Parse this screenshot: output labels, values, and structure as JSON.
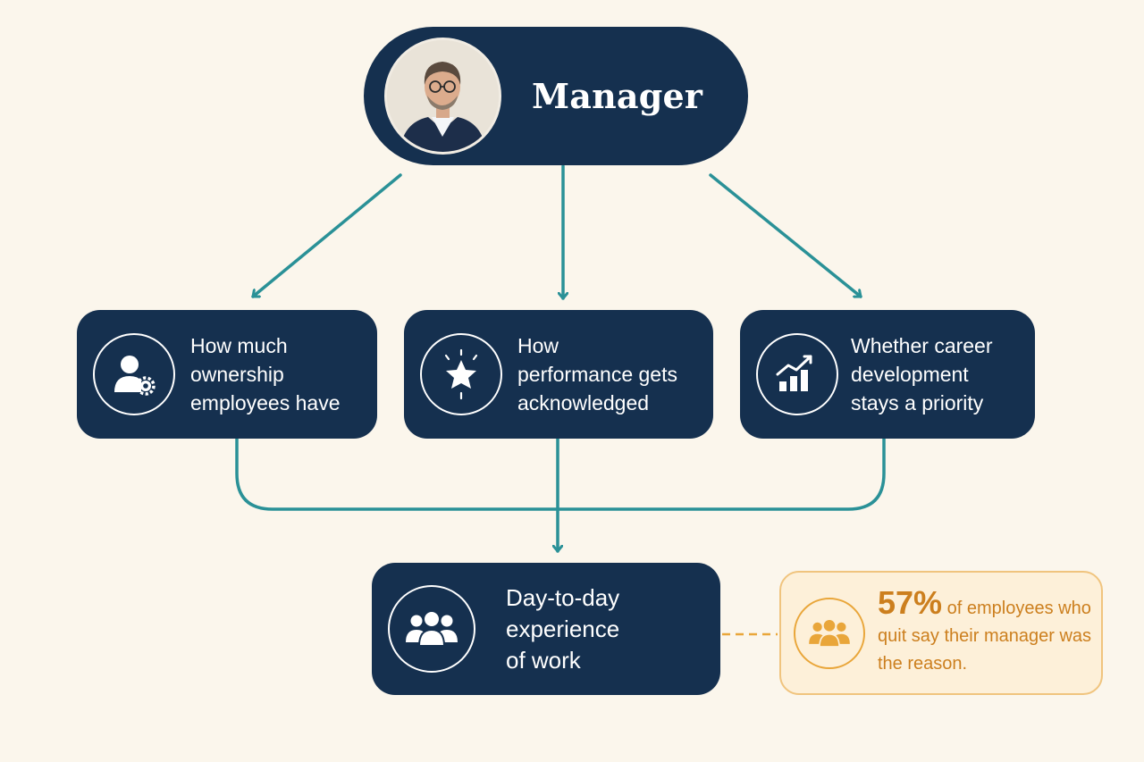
{
  "manager": {
    "title": "Manager",
    "avatar_icon": "manager-portrait"
  },
  "influences": [
    {
      "label": "How much\nownership\nemployees have",
      "icon": "user-gear-icon"
    },
    {
      "label": "How\nperformance gets\nacknowledged",
      "icon": "star-icon"
    },
    {
      "label": "Whether career\ndevelopment\nstays a priority",
      "icon": "growth-chart-icon"
    }
  ],
  "outcome": {
    "label": "Day-to-day\nexperience\nof work",
    "icon": "team-icon"
  },
  "callout": {
    "stat": "57%",
    "text": " of employees who quit say their manager was the reason.",
    "icon": "team-icon"
  },
  "colors": {
    "background": "#fbf6ec",
    "node": "#15304f",
    "connector": "#2a9197",
    "accent": "#e9a63a",
    "accent_text": "#cc7f1e",
    "callout_bg": "#fdf0d9"
  }
}
